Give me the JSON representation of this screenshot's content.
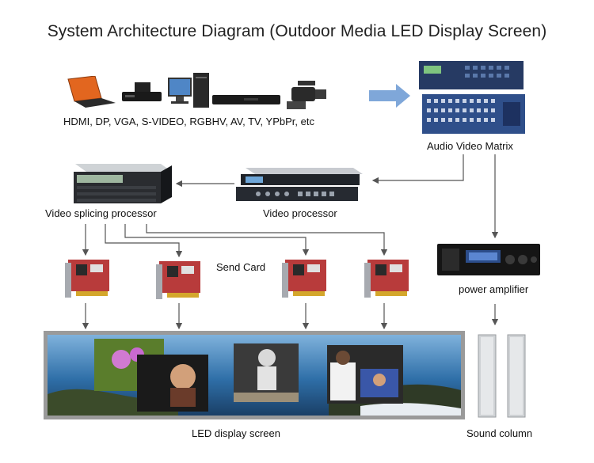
{
  "title": "System Architecture Diagram (Outdoor Media LED Display Screen)",
  "labels": {
    "sources": "HDMI, DP, VGA, S-VIDEO, RGBHV, AV, TV, YPbPr, etc",
    "matrix": "Audio Video Matrix",
    "splicer": "Video splicing processor",
    "processor": "Video processor",
    "send_card": "Send Card",
    "amplifier": "power amplifier",
    "led_screen": "LED display screen",
    "sound_column": "Sound column"
  },
  "colors": {
    "arrow": "#555555",
    "blue_arrow": "#7fa7d9",
    "card_pcb": "#c0392b",
    "device_dark": "#1e2530",
    "matrix_blue": "#2f4f8a"
  }
}
